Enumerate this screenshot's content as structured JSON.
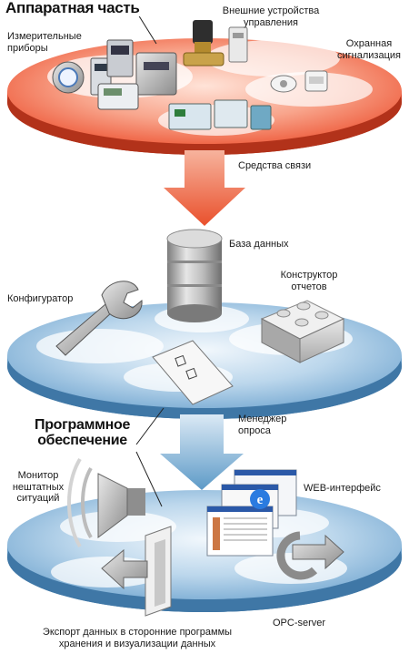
{
  "hardware": {
    "title": "Аппаратная часть",
    "measuring": "Измерительные\nприборы",
    "external": "Внешние устройства\nуправления",
    "security": "Охранная\nсигнализация"
  },
  "comm_label": "Средства связи",
  "software": {
    "database": "База данных",
    "configurator": "Конфигуратор",
    "reports": "Конструктор\nотчетов",
    "title": "Программное\nобеспечение",
    "poll_manager": "Менеджер\nопроса"
  },
  "bottom": {
    "monitor": "Монитор\nнештатных\nситуаций",
    "web": "WEB-интерфейс",
    "opc": "OPC-server",
    "export": "Экспорт данных в сторонние программы\nхранения и визуализации данных"
  },
  "colors": {
    "red_disc": "#f0573a",
    "blue_disc": "#6fa6cf",
    "arrow_red": "#ec5530",
    "arrow_blue": "#5f9cc8"
  }
}
